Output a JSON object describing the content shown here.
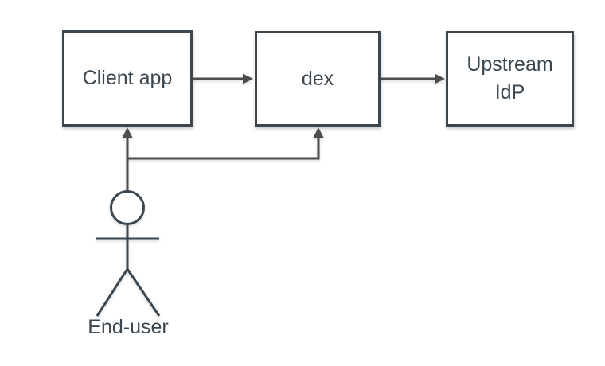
{
  "diagram": {
    "type": "flow-diagram",
    "nodes": [
      {
        "id": "client-app",
        "label": "Client app"
      },
      {
        "id": "dex",
        "label": "dex"
      },
      {
        "id": "upstream-idp",
        "label": "Upstream\nIdP"
      }
    ],
    "actor": {
      "id": "end-user",
      "label": "End-user",
      "icon": "stick-figure-icon"
    },
    "edges": [
      {
        "from": "client-app",
        "to": "dex",
        "style": "arrow"
      },
      {
        "from": "dex",
        "to": "upstream-idp",
        "style": "arrow"
      },
      {
        "from": "end-user",
        "to": "client-app",
        "style": "arrow"
      },
      {
        "from": "end-user",
        "to": "dex",
        "style": "arrow"
      }
    ]
  },
  "colors": {
    "canvas": "#ffffff",
    "node-stroke": "#3a4650",
    "node-fill": "#ffffff",
    "text": "#3a4650",
    "arrow": "#4d4d4d"
  }
}
